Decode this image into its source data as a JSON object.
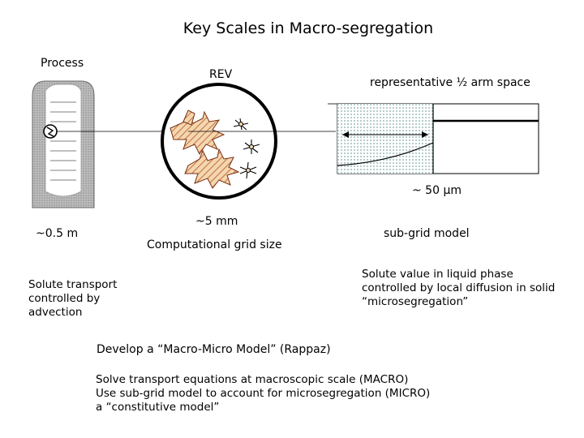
{
  "title": "Key Scales in Macro-segregation",
  "labels": {
    "process": "Process",
    "rev": "REV",
    "arm_space": "representative ½ arm space",
    "g_symbol": "g",
    "micron_scale": "~ 50 µm",
    "macro_scale": "~0.5 m",
    "grid_scale": "~5 mm",
    "grid_size": "Computational grid size",
    "subgrid": "sub-grid model"
  },
  "notes": {
    "advection": [
      "Solute transport",
      "controlled by",
      "advection"
    ],
    "microseg": [
      "Solute value in liquid phase",
      "controlled by local diffusion in solid",
      "“microsegregation”"
    ],
    "approach_title": "Develop a “Macro-Micro Model” (Rappaz)",
    "approach": [
      "Solve transport equations at macroscopic scale (MACRO)",
      "Use sub-grid model to account for microsegregation (MICRO)",
      "a “constitutive model”"
    ]
  },
  "colors": {
    "dendrite_fill": "#f4d6b0",
    "dendrite_stroke": "#7a2e10",
    "mold_gray": "#b8b8b8",
    "dots": "#bcd4d4"
  }
}
